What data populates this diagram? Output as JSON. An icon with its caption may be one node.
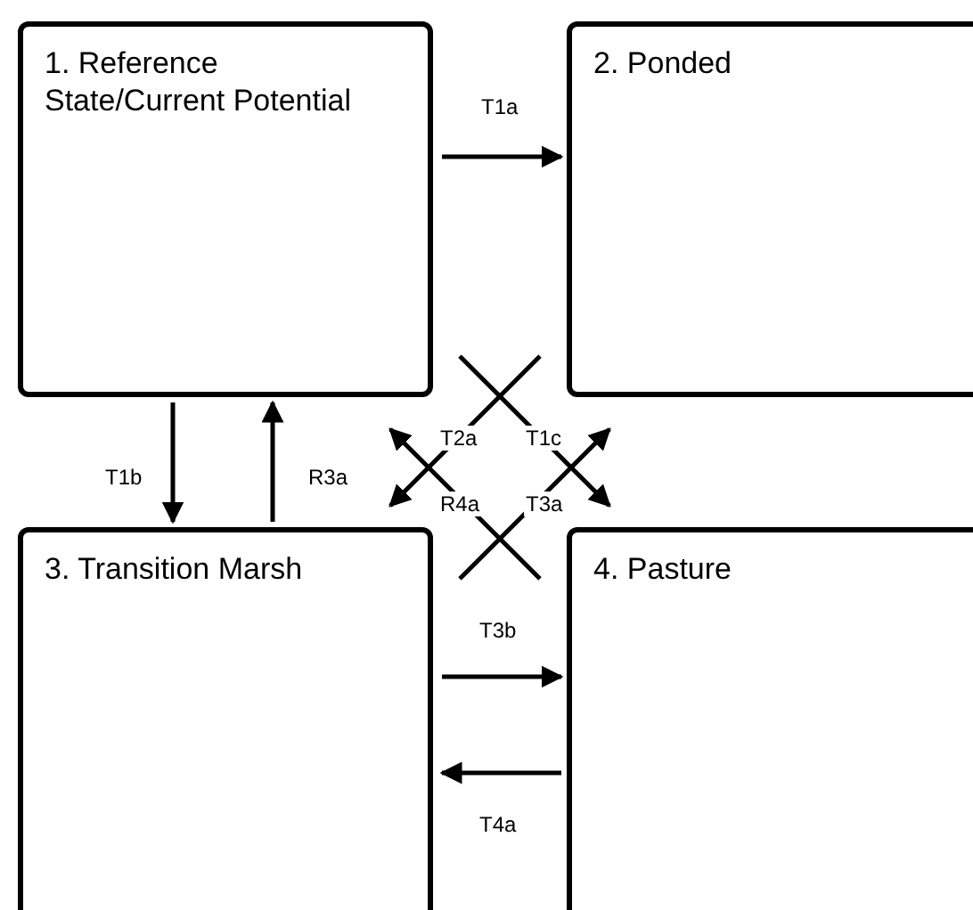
{
  "diagram": {
    "nodes": [
      {
        "text": [
          "1. Reference State/Current Potential"
        ]
      },
      {
        "text": [
          "2. Ponded"
        ]
      },
      {
        "text": [
          "3. Transition Marsh"
        ]
      },
      {
        "text": [
          "4. Pasture"
        ]
      }
    ],
    "edges": [
      {
        "from": 0,
        "to": 1,
        "label": "T1a",
        "arrow": "to"
      },
      {
        "from": 0,
        "to": 2,
        "label": "T1b",
        "arrow": "to"
      },
      {
        "from": 2,
        "to": 0,
        "label": "R3a",
        "arrow": "to"
      },
      {
        "from": 1,
        "to": 2,
        "label": "T2a",
        "arrow": "to"
      },
      {
        "from": 0,
        "to": 3,
        "label": "T1c",
        "arrow": "to"
      },
      {
        "from": 3,
        "to": 0,
        "label": "R4a",
        "arrow": "to"
      },
      {
        "from": 2,
        "to": 1,
        "label": "T3a",
        "arrow": "to"
      },
      {
        "from": 2,
        "to": 3,
        "label": "T3b",
        "arrow": "to"
      },
      {
        "from": 3,
        "to": 2,
        "label": "T4a",
        "arrow": "to"
      }
    ]
  }
}
